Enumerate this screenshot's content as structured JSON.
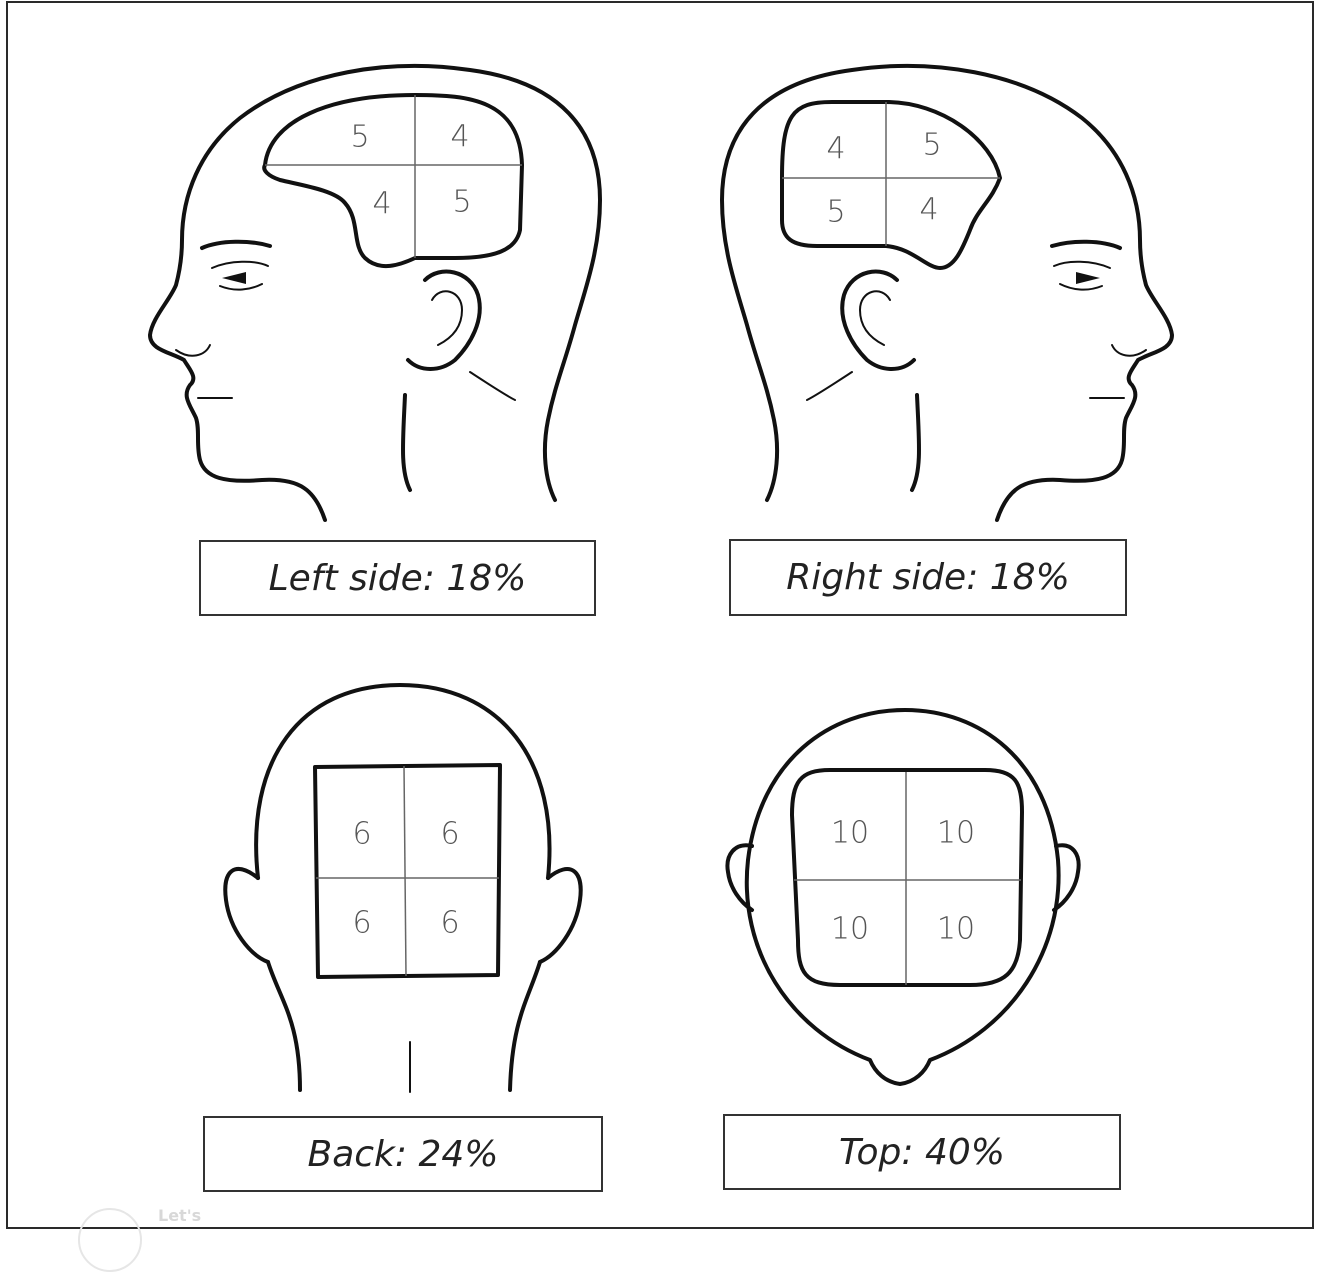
{
  "panels": [
    {
      "id": "left",
      "caption": "Left side: 18%",
      "regions": [
        "5",
        "4",
        "4",
        "5"
      ]
    },
    {
      "id": "right",
      "caption": "Right side: 18%",
      "regions": [
        "4",
        "5",
        "5",
        "4"
      ]
    },
    {
      "id": "back",
      "caption": "Back: 24%",
      "regions": [
        "6",
        "6",
        "6",
        "6"
      ]
    },
    {
      "id": "top",
      "caption": "Top: 40%",
      "regions": [
        "10",
        "10",
        "10",
        "10"
      ]
    }
  ],
  "footer": {
    "mark_text": "Let's"
  }
}
